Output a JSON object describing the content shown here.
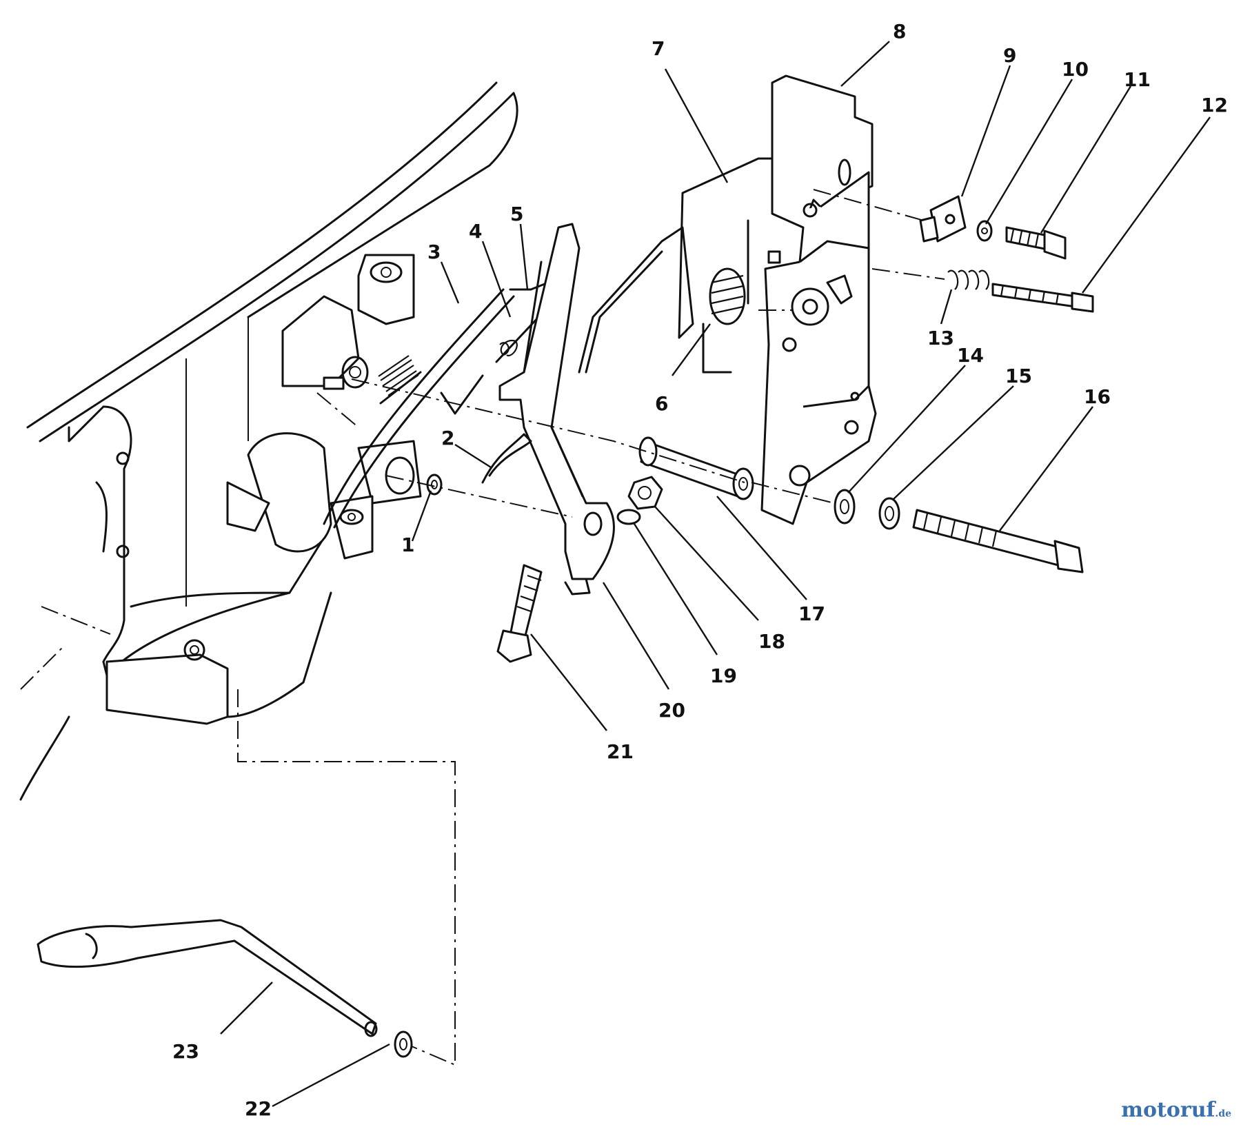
{
  "callouts": [
    {
      "label": "1"
    },
    {
      "label": "2"
    },
    {
      "label": "3"
    },
    {
      "label": "4"
    },
    {
      "label": "5"
    },
    {
      "label": "6"
    },
    {
      "label": "7"
    },
    {
      "label": "8"
    },
    {
      "label": "9"
    },
    {
      "label": "10"
    },
    {
      "label": "11"
    },
    {
      "label": "12"
    },
    {
      "label": "13"
    },
    {
      "label": "14"
    },
    {
      "label": "15"
    },
    {
      "label": "16"
    },
    {
      "label": "17"
    },
    {
      "label": "18"
    },
    {
      "label": "19"
    },
    {
      "label": "20"
    },
    {
      "label": "21"
    },
    {
      "label": "22"
    },
    {
      "label": "23"
    }
  ],
  "watermark": {
    "text": "motoruf",
    "suffix": ".de"
  },
  "colors": {
    "line": "#111111",
    "background": "#ffffff",
    "watermark": "#3a6fb0"
  }
}
